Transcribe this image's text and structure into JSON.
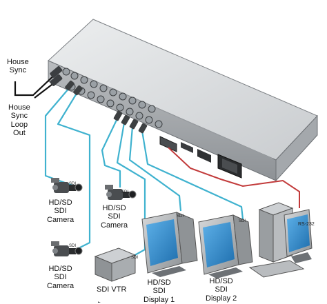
{
  "labels": {
    "house_sync": [
      "House",
      "Sync"
    ],
    "house_sync_loop_out": [
      "House",
      "Sync",
      "Loop",
      "Out"
    ],
    "camera_1": [
      "HD/SD",
      "SDI",
      "Camera"
    ],
    "camera_2": [
      "HD/SD",
      "SDI",
      "Camera"
    ],
    "camera_3": [
      "HD/SD",
      "SDI",
      "Camera"
    ],
    "vtr": "SDI VTR",
    "display_1": [
      "HD/SD",
      "SDI",
      "Display 1"
    ],
    "display_2": [
      "HD/SD",
      "SDI",
      "Display 2"
    ],
    "rs232": "RS-232",
    "sdi_tag": "SDI"
  },
  "colors": {
    "sdi_cable": "#3fb2cf",
    "rs232_cable": "#c23a3a",
    "house_sync_cable": "#111111",
    "chassis": "#d8dadc",
    "chassis_dark": "#8d9195",
    "screen": "#2e86c9",
    "device_body": "#b4b7ba"
  },
  "icons": [
    "camera-icon",
    "vtr-icon",
    "monitor-icon",
    "computer-icon",
    "bnc-connector-icon",
    "power-inlet-icon"
  ]
}
